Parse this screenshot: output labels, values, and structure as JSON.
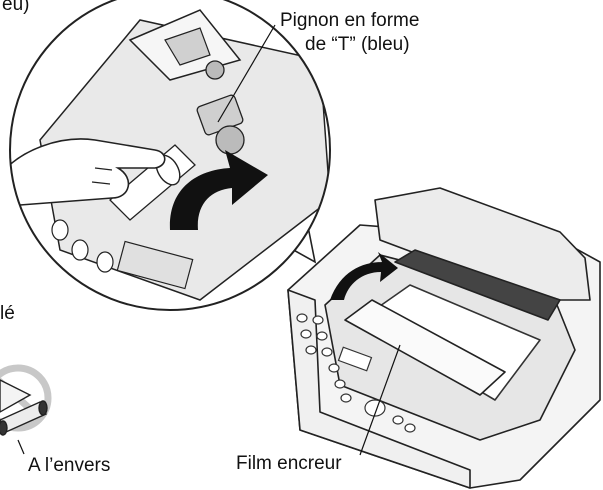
{
  "labels": {
    "top_left_fragment": "eu)",
    "gear_line1": "Pignon en forme",
    "gear_line2": "de “T” (bleu)",
    "left_fragment": "lé",
    "reverse": "A l’envers",
    "film": "Film encreur"
  },
  "colors": {
    "ink": "#111111",
    "line_art": "#222222",
    "shade": "#d9d9d9",
    "dark_shade": "#3a3a3a",
    "prohibited_mark": "#c8c8c8",
    "background": "#ffffff"
  }
}
